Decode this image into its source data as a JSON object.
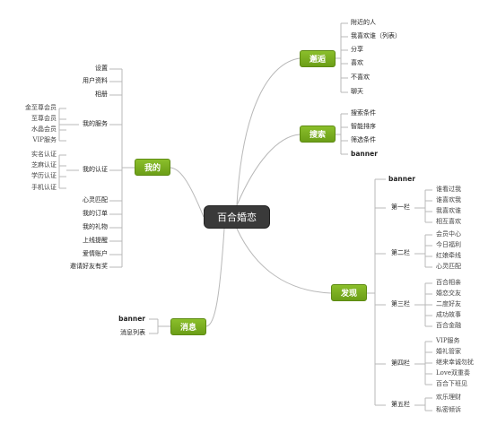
{
  "center": {
    "label": "百合婚恋"
  },
  "branches": {
    "encounter": {
      "label": "邂逅",
      "items": [
        "附近的人",
        "我喜欢谁（列表）",
        "分享",
        "喜欢",
        "不喜欢",
        "聊天"
      ]
    },
    "search": {
      "label": "搜索",
      "items": [
        "搜索条件",
        "智能排序",
        "筛选条件",
        "banner"
      ]
    },
    "discover": {
      "label": "发现",
      "top_item": "banner",
      "columns": [
        {
          "label": "第一栏",
          "items": [
            "谁看过我",
            "谁喜欢我",
            "我喜欢谁",
            "相互喜欢"
          ]
        },
        {
          "label": "第二栏",
          "items": [
            "会员中心",
            "今日福利",
            "红娘牵线",
            "心灵匹配"
          ]
        },
        {
          "label": "第三栏",
          "items": [
            "百合相亲",
            "婚恋交友",
            "二度好友",
            "成功故事",
            "百合金融"
          ]
        },
        {
          "label": "第四栏",
          "items": [
            "VIP服务",
            "婚礼管家",
            "继来幸诚勿扰",
            "Love双重奏",
            "百合下班见"
          ]
        },
        {
          "label": "第五栏",
          "items": [
            "欢乐理财",
            "私密倾诉"
          ]
        }
      ]
    },
    "me": {
      "label": "我的",
      "items": [
        "设置",
        "用户资料",
        "相册",
        "我的服务",
        "我的认证",
        "心灵匹配",
        "我的订单",
        "我的礼物",
        "上线提醒",
        "爱情账户",
        "邀请好友有奖"
      ],
      "service_sub": [
        "金至尊会员",
        "至尊会员",
        "水晶会员",
        "VIP服务"
      ],
      "auth_sub": [
        "实名认证",
        "芝麻认证",
        "学历认证",
        "手机认证"
      ]
    },
    "messages": {
      "label": "消息",
      "items": [
        "banner",
        "消息列表"
      ]
    }
  }
}
